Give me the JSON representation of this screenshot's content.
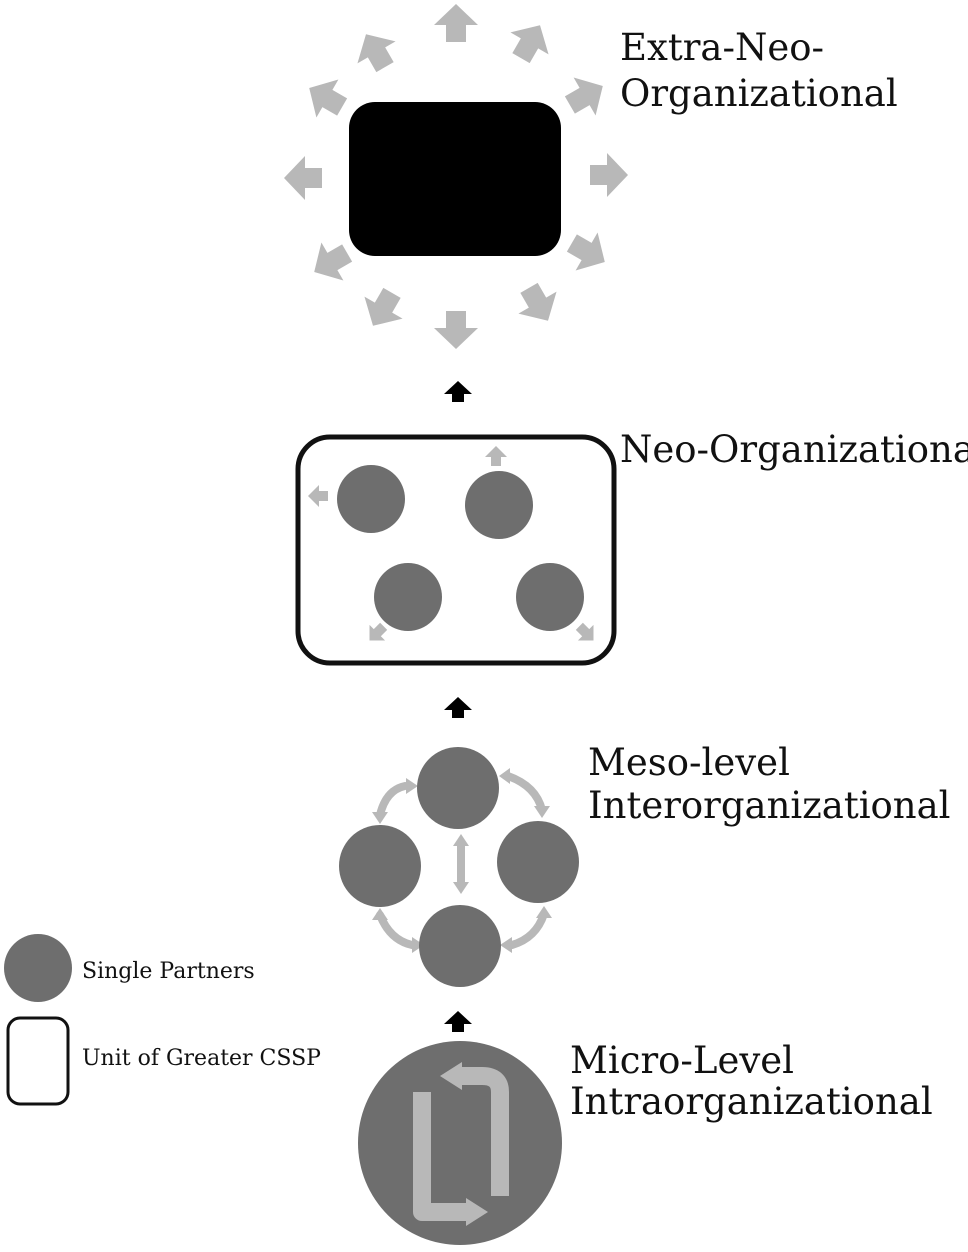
{
  "levels": {
    "extra_neo": {
      "line1": "Extra-Neo-",
      "line2": "Organizational"
    },
    "neo": {
      "label": "Neo-Organizational"
    },
    "meso": {
      "line1": "Meso-level",
      "line2": "Interorganizational"
    },
    "micro": {
      "line1": "Micro-Level",
      "line2": "Intraorganizational"
    }
  },
  "legend": {
    "partner_label": "Single Partners",
    "unit_label": "Unit of Greater CSSP"
  },
  "colors": {
    "partner_fill": "#6e6e6e",
    "arrow_light": "#b8b8b8",
    "arrow_dark": "#000000",
    "unit_fill": "#000000"
  },
  "icons": {
    "level_arrow": "up-arrow-icon",
    "partner": "circle-icon",
    "cycle": "cycle-arrows-icon"
  }
}
